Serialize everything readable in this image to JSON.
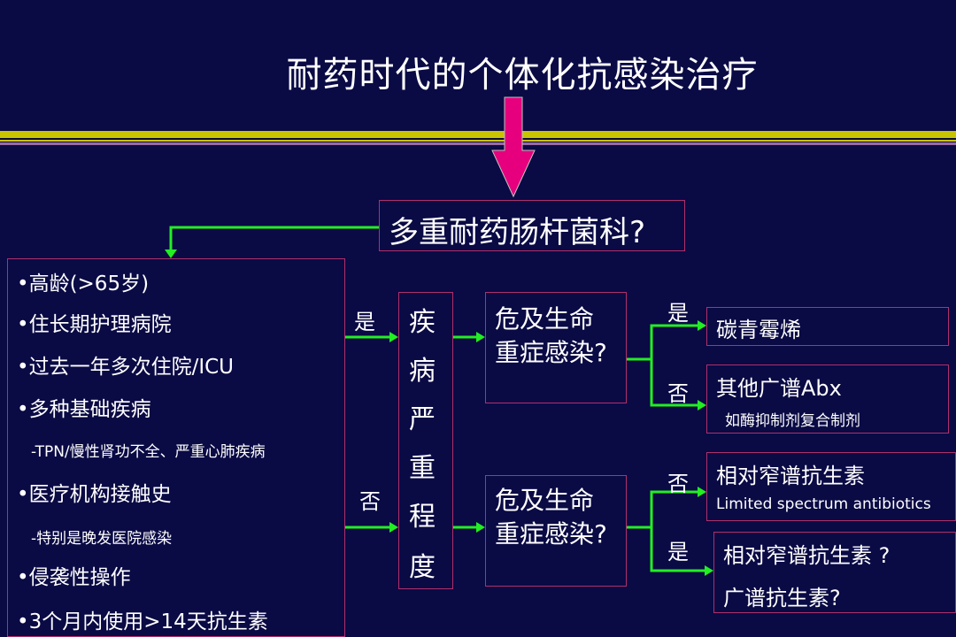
{
  "title": "耐药时代的个体化抗感染治疗",
  "question": "多重耐药肠杆菌科?",
  "risk_factors": [
    "•高龄(>65岁)",
    "•住长期护理病院",
    "•过去一年多次住院/ICU",
    "•多种基础疾病",
    "-TPN/慢性肾功不全、严重心肺疾病",
    "•医疗机构接触史",
    "-特别是晚发医院感染",
    "•侵袭性操作",
    "•3个月内使用>14天抗生素"
  ],
  "yes_label": "是",
  "no_label": "否",
  "severity_chars": [
    "疾",
    "病",
    "严",
    "重",
    "程",
    "度"
  ],
  "critical_line1": "危及生命",
  "critical_line2": "重症感染?",
  "carbapenem": "碳青霉烯",
  "other_abx": "其他广谱Abx",
  "other_abx_sub": "如酶抑制剂复合制剂",
  "narrow": "相对窄谱抗生素",
  "narrow_en": "Limited spectrum antibiotics",
  "narrow_q": "相对窄谱抗生素 ?",
  "broad_q": "广谱抗生素?",
  "colors": {
    "background": "#0a0a45",
    "arrow_green": "#22ee22",
    "arrow_magenta": "#e6007e",
    "box_border": "#b0306a",
    "band": "#c9c400"
  }
}
